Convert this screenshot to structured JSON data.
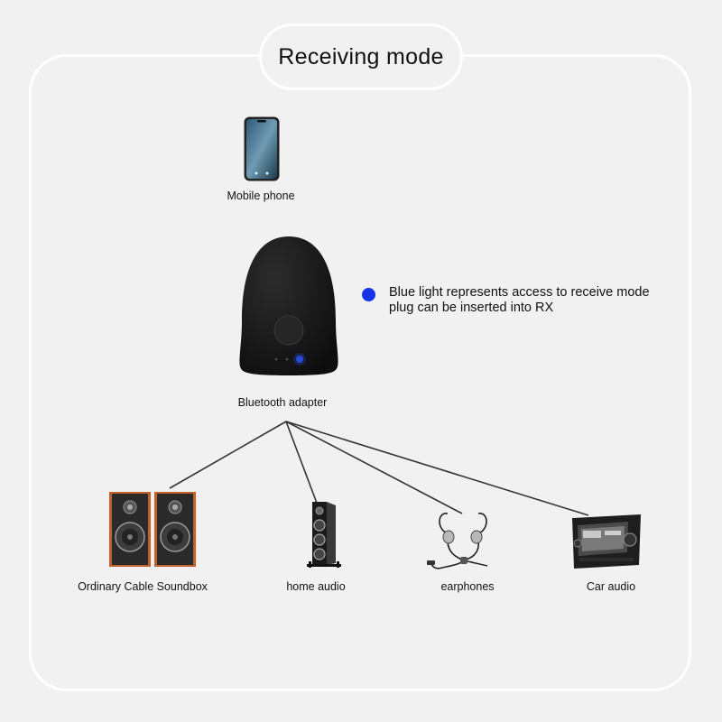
{
  "title": "Receiving mode",
  "mobile": {
    "label": "Mobile phone",
    "icon": "smartphone-icon"
  },
  "adapter": {
    "label": "Bluetooth adapter",
    "icon": "bluetooth-adapter-icon"
  },
  "indicator": {
    "color": "#1432e6",
    "text": "Blue light represents access to receive mode plug can be inserted into RX"
  },
  "outputs": [
    {
      "label": "Ordinary Cable Soundbox",
      "icon": "bookshelf-speakers-icon"
    },
    {
      "label": "home audio",
      "icon": "floor-speaker-icon"
    },
    {
      "label": "earphones",
      "icon": "earphones-icon"
    },
    {
      "label": "Car audio",
      "icon": "car-stereo-icon"
    }
  ]
}
